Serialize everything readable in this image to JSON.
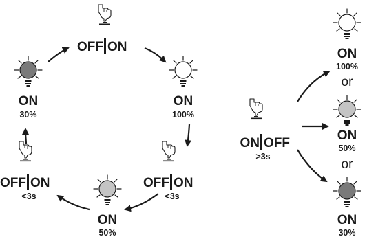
{
  "cycle": {
    "top": {
      "off": "OFF",
      "on": "ON"
    },
    "right_top": {
      "label": "ON",
      "level": "100%"
    },
    "right_bottom": {
      "off": "OFF",
      "on": "ON",
      "time": "<3s"
    },
    "bottom": {
      "label": "ON",
      "level": "50%"
    },
    "left_bottom": {
      "off": "OFF",
      "on": "ON",
      "time": "<3s"
    },
    "left_top": {
      "label": "ON",
      "level": "30%"
    }
  },
  "long_press": {
    "on": "ON",
    "off": "OFF",
    "time": ">3s"
  },
  "options": [
    {
      "label": "ON",
      "level": "100%",
      "bulb": "#ffffff"
    },
    {
      "label": "ON",
      "level": "50%",
      "bulb": "#c4c4c4"
    },
    {
      "label": "ON",
      "level": "30%",
      "bulb": "#7a7a7a"
    }
  ],
  "separator": "or",
  "colors": {
    "ink": "#1a1a1a",
    "bulb_dark": "#7a7a7a",
    "bulb_light": "#c4c4c4",
    "bulb_off": "#ffffff"
  },
  "icons": [
    "hand-press-icon",
    "bulb-icon",
    "arrow-icon"
  ]
}
